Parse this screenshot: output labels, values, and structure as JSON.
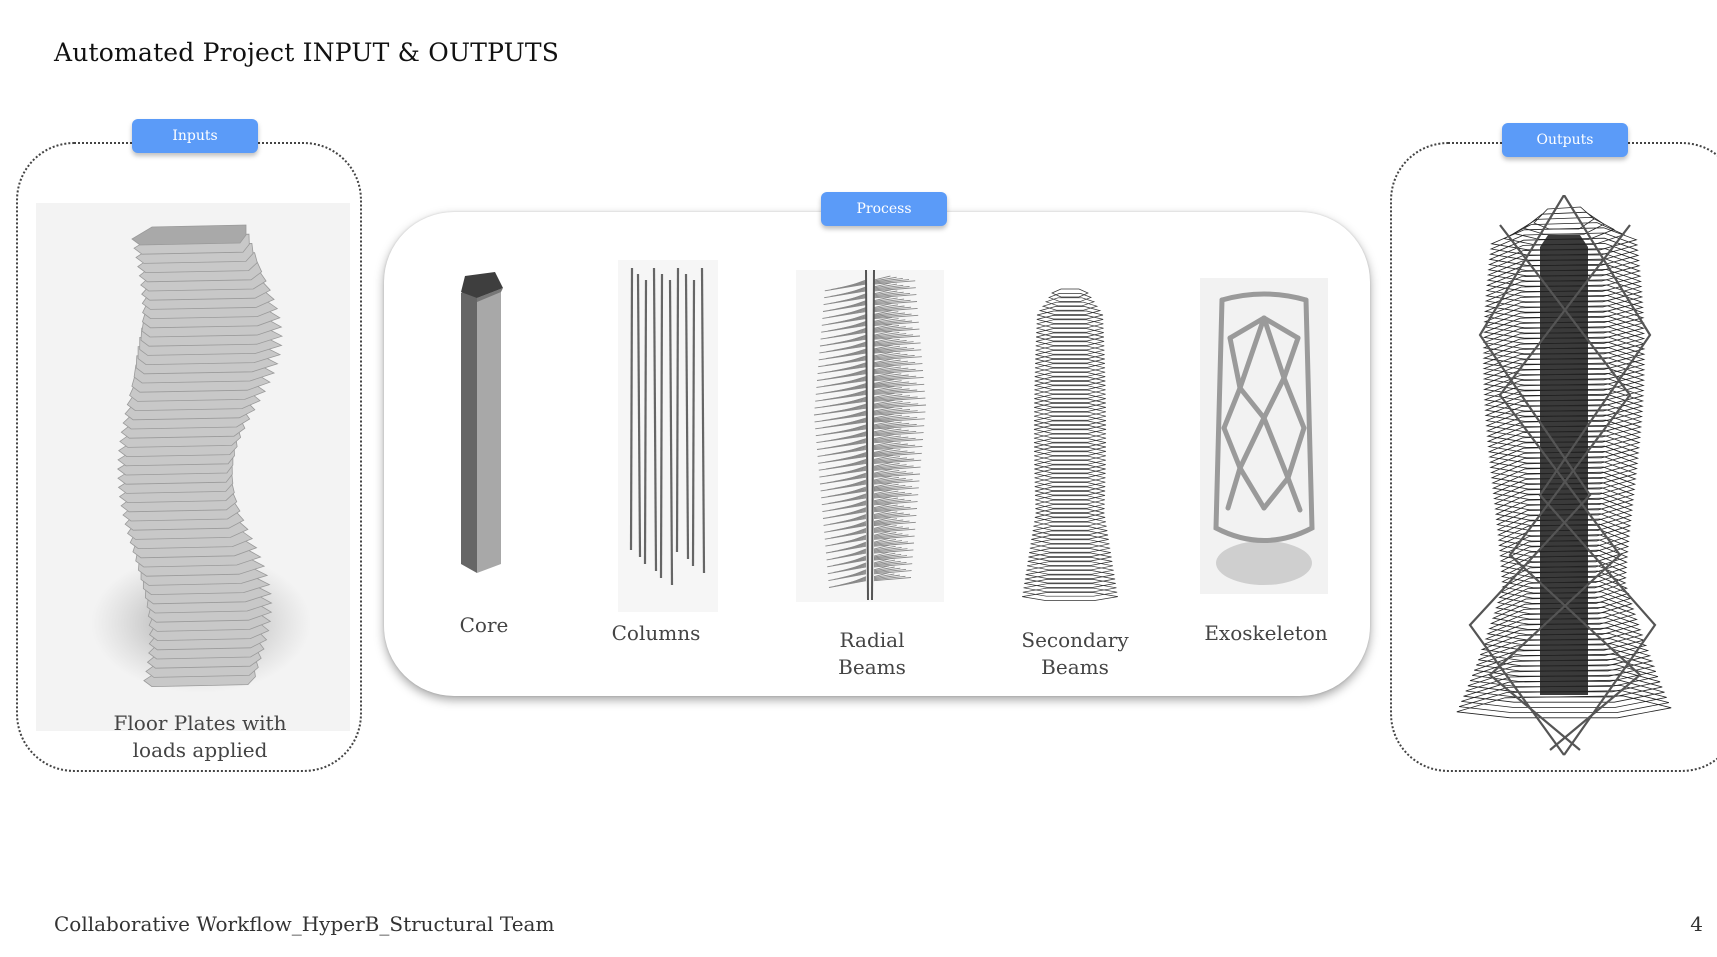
{
  "title": "Automated Project INPUT & OUTPUTS",
  "footer": "Collaborative Workflow_HyperB_Structural Team",
  "page_number": "4",
  "accent_color": "#5b9bf8",
  "groups": {
    "inputs": {
      "label": "Inputs",
      "caption": "Floor Plates with\nloads applied",
      "image": "twisting-floor-plates-tower"
    },
    "process": {
      "label": "Process"
    },
    "outputs": {
      "label": "Outputs",
      "image": "wireframe-tower-structure"
    }
  },
  "process_steps": [
    {
      "label": "Core",
      "image": "core-prism"
    },
    {
      "label": "Columns",
      "image": "vertical-columns"
    },
    {
      "label": "Radial\nBeams",
      "image": "radial-beams"
    },
    {
      "label": "Secondary\nBeams",
      "image": "secondary-beams-wireframe"
    },
    {
      "label": "Exoskeleton",
      "image": "exoskeleton-lattice"
    }
  ]
}
